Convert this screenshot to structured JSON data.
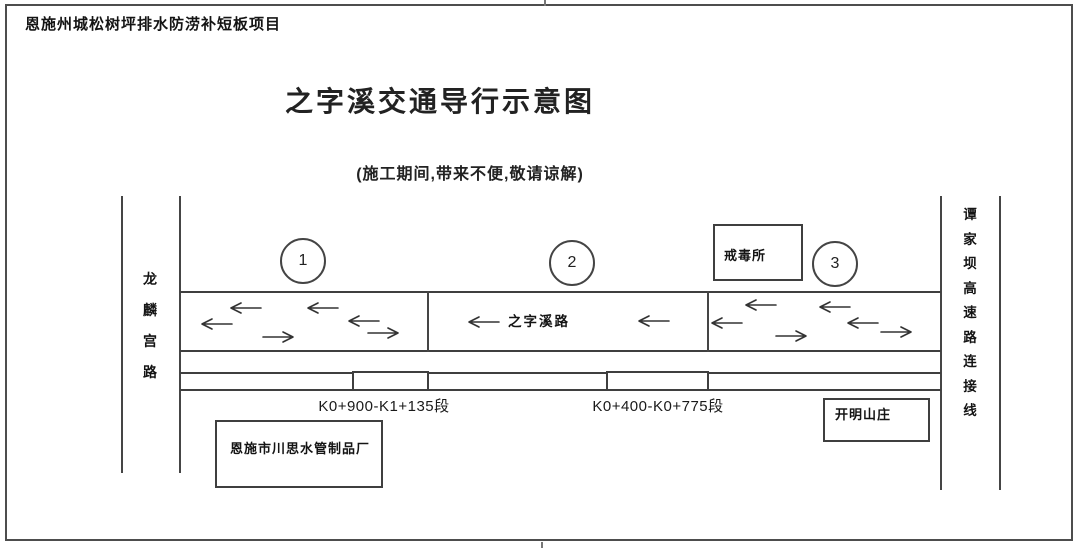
{
  "header": {
    "project_title": "恩施州城松树坪排水防涝补短板项目",
    "title": "之字溪交通导行示意图",
    "subtitle": "(施工期间,带来不便,敬请谅解)"
  },
  "roads": {
    "left_road": "龙麟宫路",
    "main_road": "之字溪路",
    "right_road": "谭家坝高速路连接线"
  },
  "sections": [
    {
      "number": "1",
      "segment_label": "K0+900-K1+135段",
      "arrows": [
        "left",
        "left",
        "left",
        "left",
        "right",
        "right"
      ]
    },
    {
      "number": "2",
      "segment_label": "K0+400-K0+775段",
      "arrows": [
        "left",
        "left"
      ]
    },
    {
      "number": "3",
      "segment_label": "",
      "arrows": [
        "left",
        "left",
        "left",
        "left",
        "right",
        "right"
      ]
    }
  ],
  "buildings": {
    "detox_center": "戒毒所",
    "factory": "恩施市川思水管制品厂",
    "villa": "开明山庄"
  },
  "icons": {
    "left_arrow": "left-arrow-icon",
    "right_arrow": "right-arrow-icon"
  },
  "colors": {
    "line": "#3f3f3f",
    "text": "#1a1a1a",
    "background": "#ffffff"
  }
}
